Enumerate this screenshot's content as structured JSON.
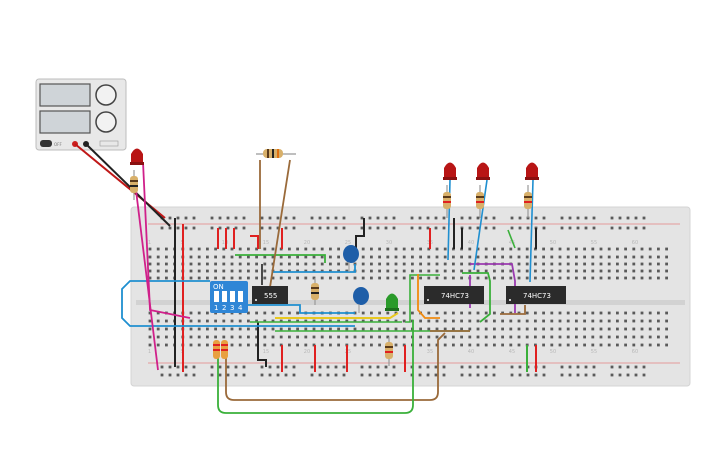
{
  "power_supply": {
    "off_label": "OFF"
  },
  "chips": {
    "timer": "555",
    "flipflop_a": "74HC73",
    "flipflop_b": "74HC73"
  },
  "dip_switch": {
    "on_label": "ON",
    "positions": [
      "1",
      "2",
      "3",
      "4"
    ]
  },
  "breadboard": {
    "column_numbers": [
      "1",
      "5",
      "10",
      "15",
      "20",
      "25",
      "30",
      "35",
      "40",
      "45",
      "50",
      "55",
      "60"
    ],
    "row_letters": [
      "A",
      "B",
      "C",
      "D",
      "E",
      "F",
      "G",
      "H",
      "I",
      "J"
    ]
  },
  "colors": {
    "board": "#e4e4e4",
    "rail_red": "#e02020",
    "rail_black": "#222222",
    "led_red": "#b81515",
    "led_green": "#2a9a2a",
    "capacitor_blue": "#1e5ea8",
    "dip_blue": "#2f86d6",
    "chip_black": "#2b2b2b",
    "wire_blue": "#1f8fd0",
    "wire_brown": "#9a6a3a",
    "wire_green": "#3ab03a",
    "wire_magenta": "#d0208a",
    "wire_yellow": "#e8c820",
    "wire_orange": "#f08a10",
    "wire_purple": "#9a3ab0"
  }
}
